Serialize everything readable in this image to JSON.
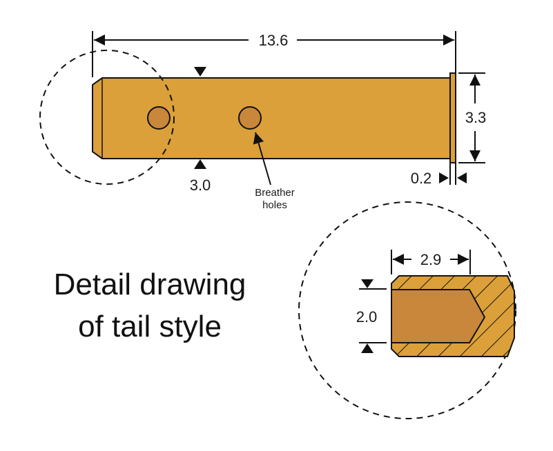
{
  "dimensions": {
    "overall_length": "13.6",
    "height": "3.3",
    "flange_thickness": "0.2",
    "hole_position": "3.0",
    "tail_length": "2.9",
    "tail_diameter": "2.0"
  },
  "labels": {
    "breather_line1": "Breather",
    "breather_line2": "holes",
    "detail_line1": "Detail drawing",
    "detail_line2": "of tail style"
  },
  "colors": {
    "body": "#dba03a",
    "hole": "#c8873a",
    "outline": "#111111"
  }
}
